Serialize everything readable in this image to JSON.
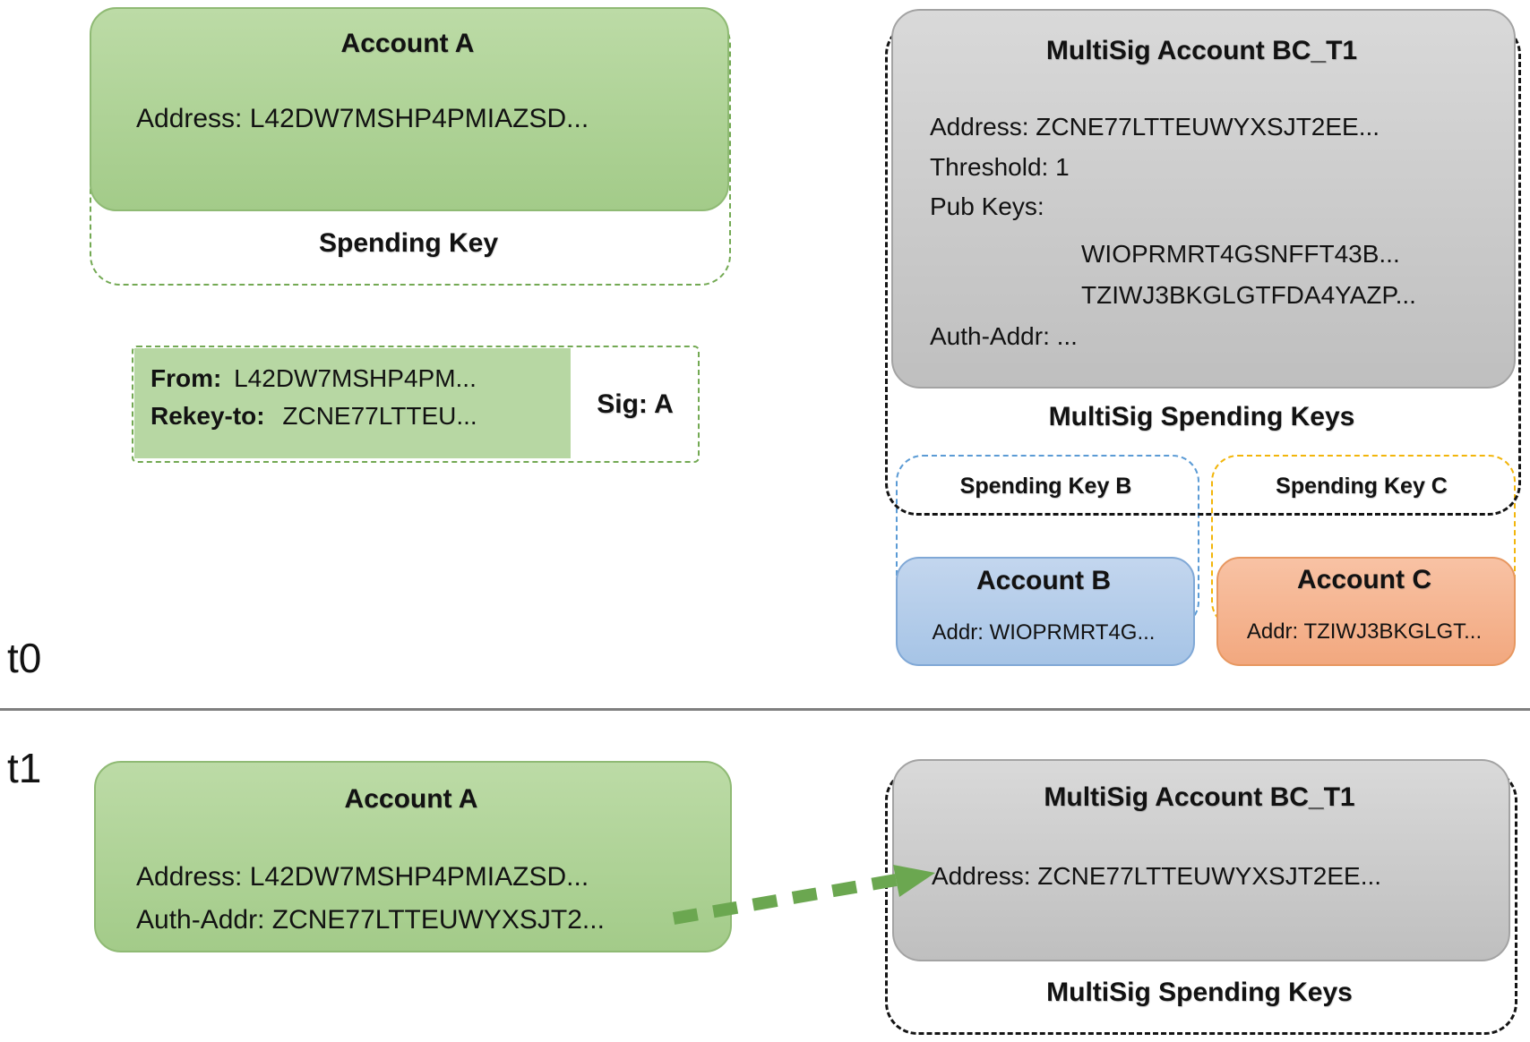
{
  "labels": {
    "t0": "t0",
    "t1": "t1"
  },
  "t0": {
    "account_a": {
      "title": "Account A",
      "address": "Address: L42DW7MSHP4PMIAZSD...",
      "spending_key_label": "Spending Key"
    },
    "rekey_txn": {
      "from_label": "From:",
      "from_value": "L42DW7MSHP4PM...",
      "rekey_label": "Rekey-to:",
      "rekey_value": "ZCNE77LTTEU...",
      "sig": "Sig: A"
    },
    "multisig": {
      "title": "MultiSig Account BC_T1",
      "address": "Address: ZCNE77LTTEUWYXSJT2EE...",
      "threshold": "Threshold: 1",
      "pub_keys_label": "Pub Keys:",
      "pub_key_1": "WIOPRMRT4GSNFFT43B...",
      "pub_key_2": "TZIWJ3BKGLGTFDA4YAZP...",
      "auth_addr": "Auth-Addr: ...",
      "spending_keys_label": "MultiSig Spending Keys"
    },
    "spending_key_b": {
      "label": "Spending Key B"
    },
    "spending_key_c": {
      "label": "Spending Key C"
    },
    "account_b": {
      "title": "Account B",
      "addr": "Addr: WIOPRMRT4G..."
    },
    "account_c": {
      "title": "Account C",
      "addr": "Addr: TZIWJ3BKGLGT..."
    }
  },
  "t1": {
    "account_a": {
      "title": "Account A",
      "address": "Address: L42DW7MSHP4PMIAZSD...",
      "auth_addr": "Auth-Addr: ZCNE77LTTEUWYXSJT2..."
    },
    "multisig": {
      "title": "MultiSig Account BC_T1",
      "address": "Address: ZCNE77LTTEUWYXSJT2EE...",
      "spending_keys_label": "MultiSig Spending Keys"
    }
  },
  "colors": {
    "green_fill_top": "#bcdba6",
    "green_fill_bottom": "#a3cb89",
    "green_border": "#8fba74",
    "green_dash": "#73a953",
    "txn_green": "#b7d7a3",
    "gray_fill_top": "#d9d9d9",
    "gray_fill_bottom": "#bfbfbf",
    "gray_border": "#a3a3a3",
    "blue_fill_top": "#c3d6ee",
    "blue_fill_bottom": "#a6c4e6",
    "blue_border": "#80a8d6",
    "blue_dash": "#5b9bd5",
    "orange_fill_top": "#f8c2a4",
    "orange_fill_bottom": "#f2a87f",
    "orange_border": "#e79760",
    "yellow_dash": "#f2b50a",
    "black_dash": "#141414",
    "arrow_green": "#6ba750",
    "divider_gray": "#7f7f7f",
    "text": "#121212"
  }
}
